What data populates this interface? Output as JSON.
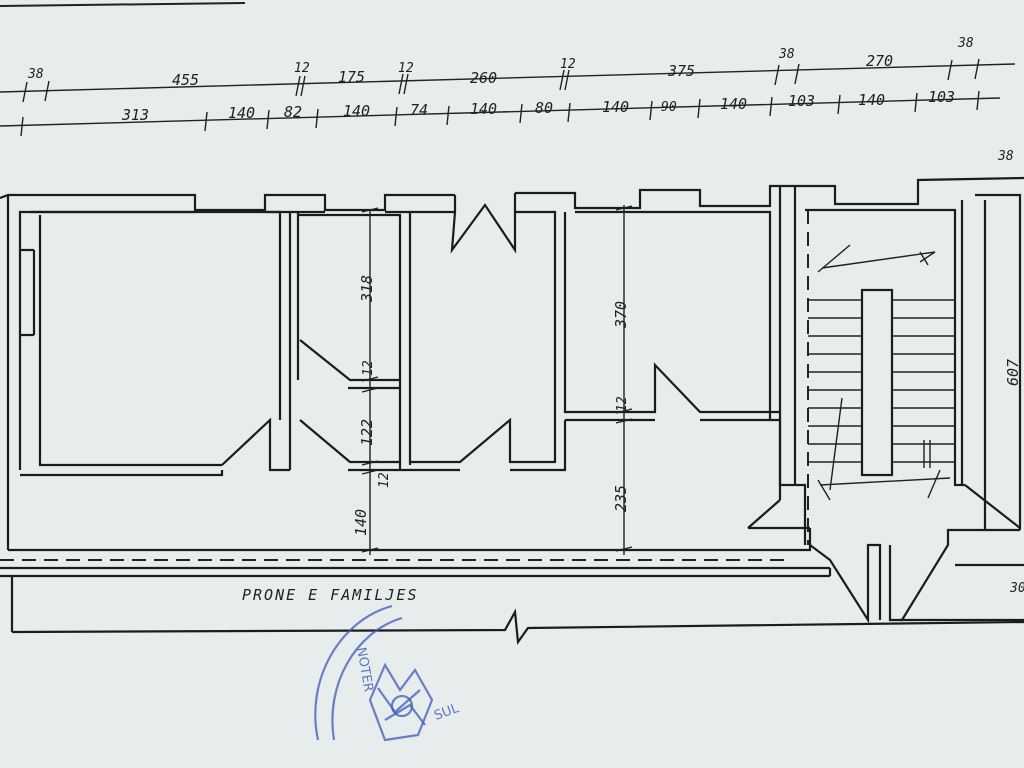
{
  "top_dims": {
    "row1": [
      "38",
      "455",
      "12",
      "175",
      "12",
      "260",
      "12",
      "375",
      "38",
      "270",
      "38"
    ],
    "row2": [
      "313",
      "140",
      "82",
      "140",
      "74",
      "140",
      "80",
      "140",
      "90",
      "140",
      "103",
      "140",
      "103"
    ]
  },
  "room_dims": {
    "v318": "318",
    "v12a": "12",
    "v122": "122",
    "v12b": "12",
    "v140": "140",
    "v370": "370",
    "v12c": "12",
    "v235": "235",
    "v607": "607",
    "r38": "38",
    "r30": "30"
  },
  "labels": {
    "corridor": "PRONE E FAMILJES"
  },
  "stamp": {
    "text_a": "NOTER",
    "text_b": "SUL"
  },
  "colors": {
    "paper": "#e7ecec",
    "ink": "#1c1c1c",
    "stamp": "#3d5bb8"
  }
}
